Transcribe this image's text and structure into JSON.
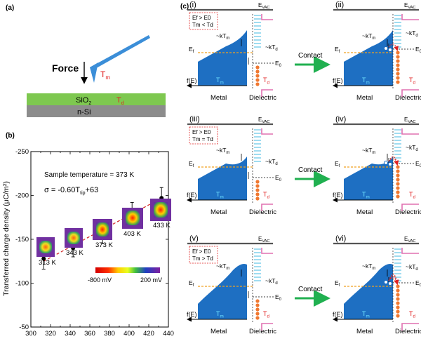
{
  "panel_a": {
    "label": "(a)",
    "force": "Force",
    "tm": "T",
    "tm_sub": "m",
    "sio2": "SiO",
    "sio2_sub": "2",
    "td": "T",
    "td_sub": "d",
    "nsi": "n-Si"
  },
  "panel_b": {
    "label": "(b)",
    "sample_temp": "Sample temperature = 373 K",
    "equation": "σ = -0.60T",
    "equation_sub": "tip",
    "equation_tail": "+63",
    "ylabel": "Transferred charge density (μC/m²)",
    "colorbar_min": "-800 mV",
    "colorbar_max": "200 mV",
    "inset_labels": [
      "313 K",
      "343 K",
      "373 K",
      "403 K",
      "433 K"
    ]
  },
  "chart_data": {
    "type": "scatter",
    "xlabel": "",
    "ylabel": "Transferred charge density (μC/m²)",
    "xlim": [
      300,
      440
    ],
    "ylim": [
      -50,
      -250
    ],
    "xticks": [
      300,
      310,
      320,
      330,
      340,
      350,
      360,
      370,
      380,
      390,
      400,
      410,
      420,
      430,
      440
    ],
    "yticks": [
      -50,
      -100,
      -150,
      -200,
      -250
    ],
    "series": [
      {
        "x": [
          313,
          343,
          373,
          403,
          433
        ],
        "values": [
          -128,
          -140,
          -155,
          -180,
          -197
        ],
        "err": [
          12,
          10,
          10,
          12,
          12
        ]
      }
    ],
    "fit": {
      "x": [
        313,
        433
      ],
      "y": [
        -125,
        -197
      ]
    }
  },
  "panel_c": {
    "label": "(c)",
    "evac": "E",
    "evac_sub": "VAC",
    "ef": "E",
    "ef_sub": "f",
    "e0": "E",
    "e0_sub": "0",
    "fE": "f(E)",
    "metal": "Metal",
    "dielectric": "Dielectric",
    "contact": "Contact",
    "ktm": "~kT",
    "ktm_sub": "m",
    "ktd": "~kT",
    "ktd_sub": "d",
    "tm": "T",
    "tm_sub": "m",
    "td": "T",
    "td_sub": "d",
    "sub_labels": [
      "(i)",
      "(ii)",
      "(iii)",
      "(iv)",
      "(v)",
      "(vi)"
    ],
    "conditions": [
      {
        "l1": "Ef > E0",
        "l2": "Tm < Td"
      },
      {
        "l1": "Ef > E0",
        "l2": "Tm = Td"
      },
      {
        "l1": "Ef > E0",
        "l2": "Tm > Td"
      }
    ]
  },
  "colors": {
    "metal": "#1e6fc2",
    "cantilever": "#3b8ed8",
    "sio2": "#7ec850",
    "nsi": "#8c8c8c",
    "fermi": "#f0a020",
    "electron": "#f07830",
    "arrow_green": "#20b050",
    "red": "#e02020",
    "dielectric_cyan": "#40b8e0",
    "evac_pink": "#e070b0"
  }
}
